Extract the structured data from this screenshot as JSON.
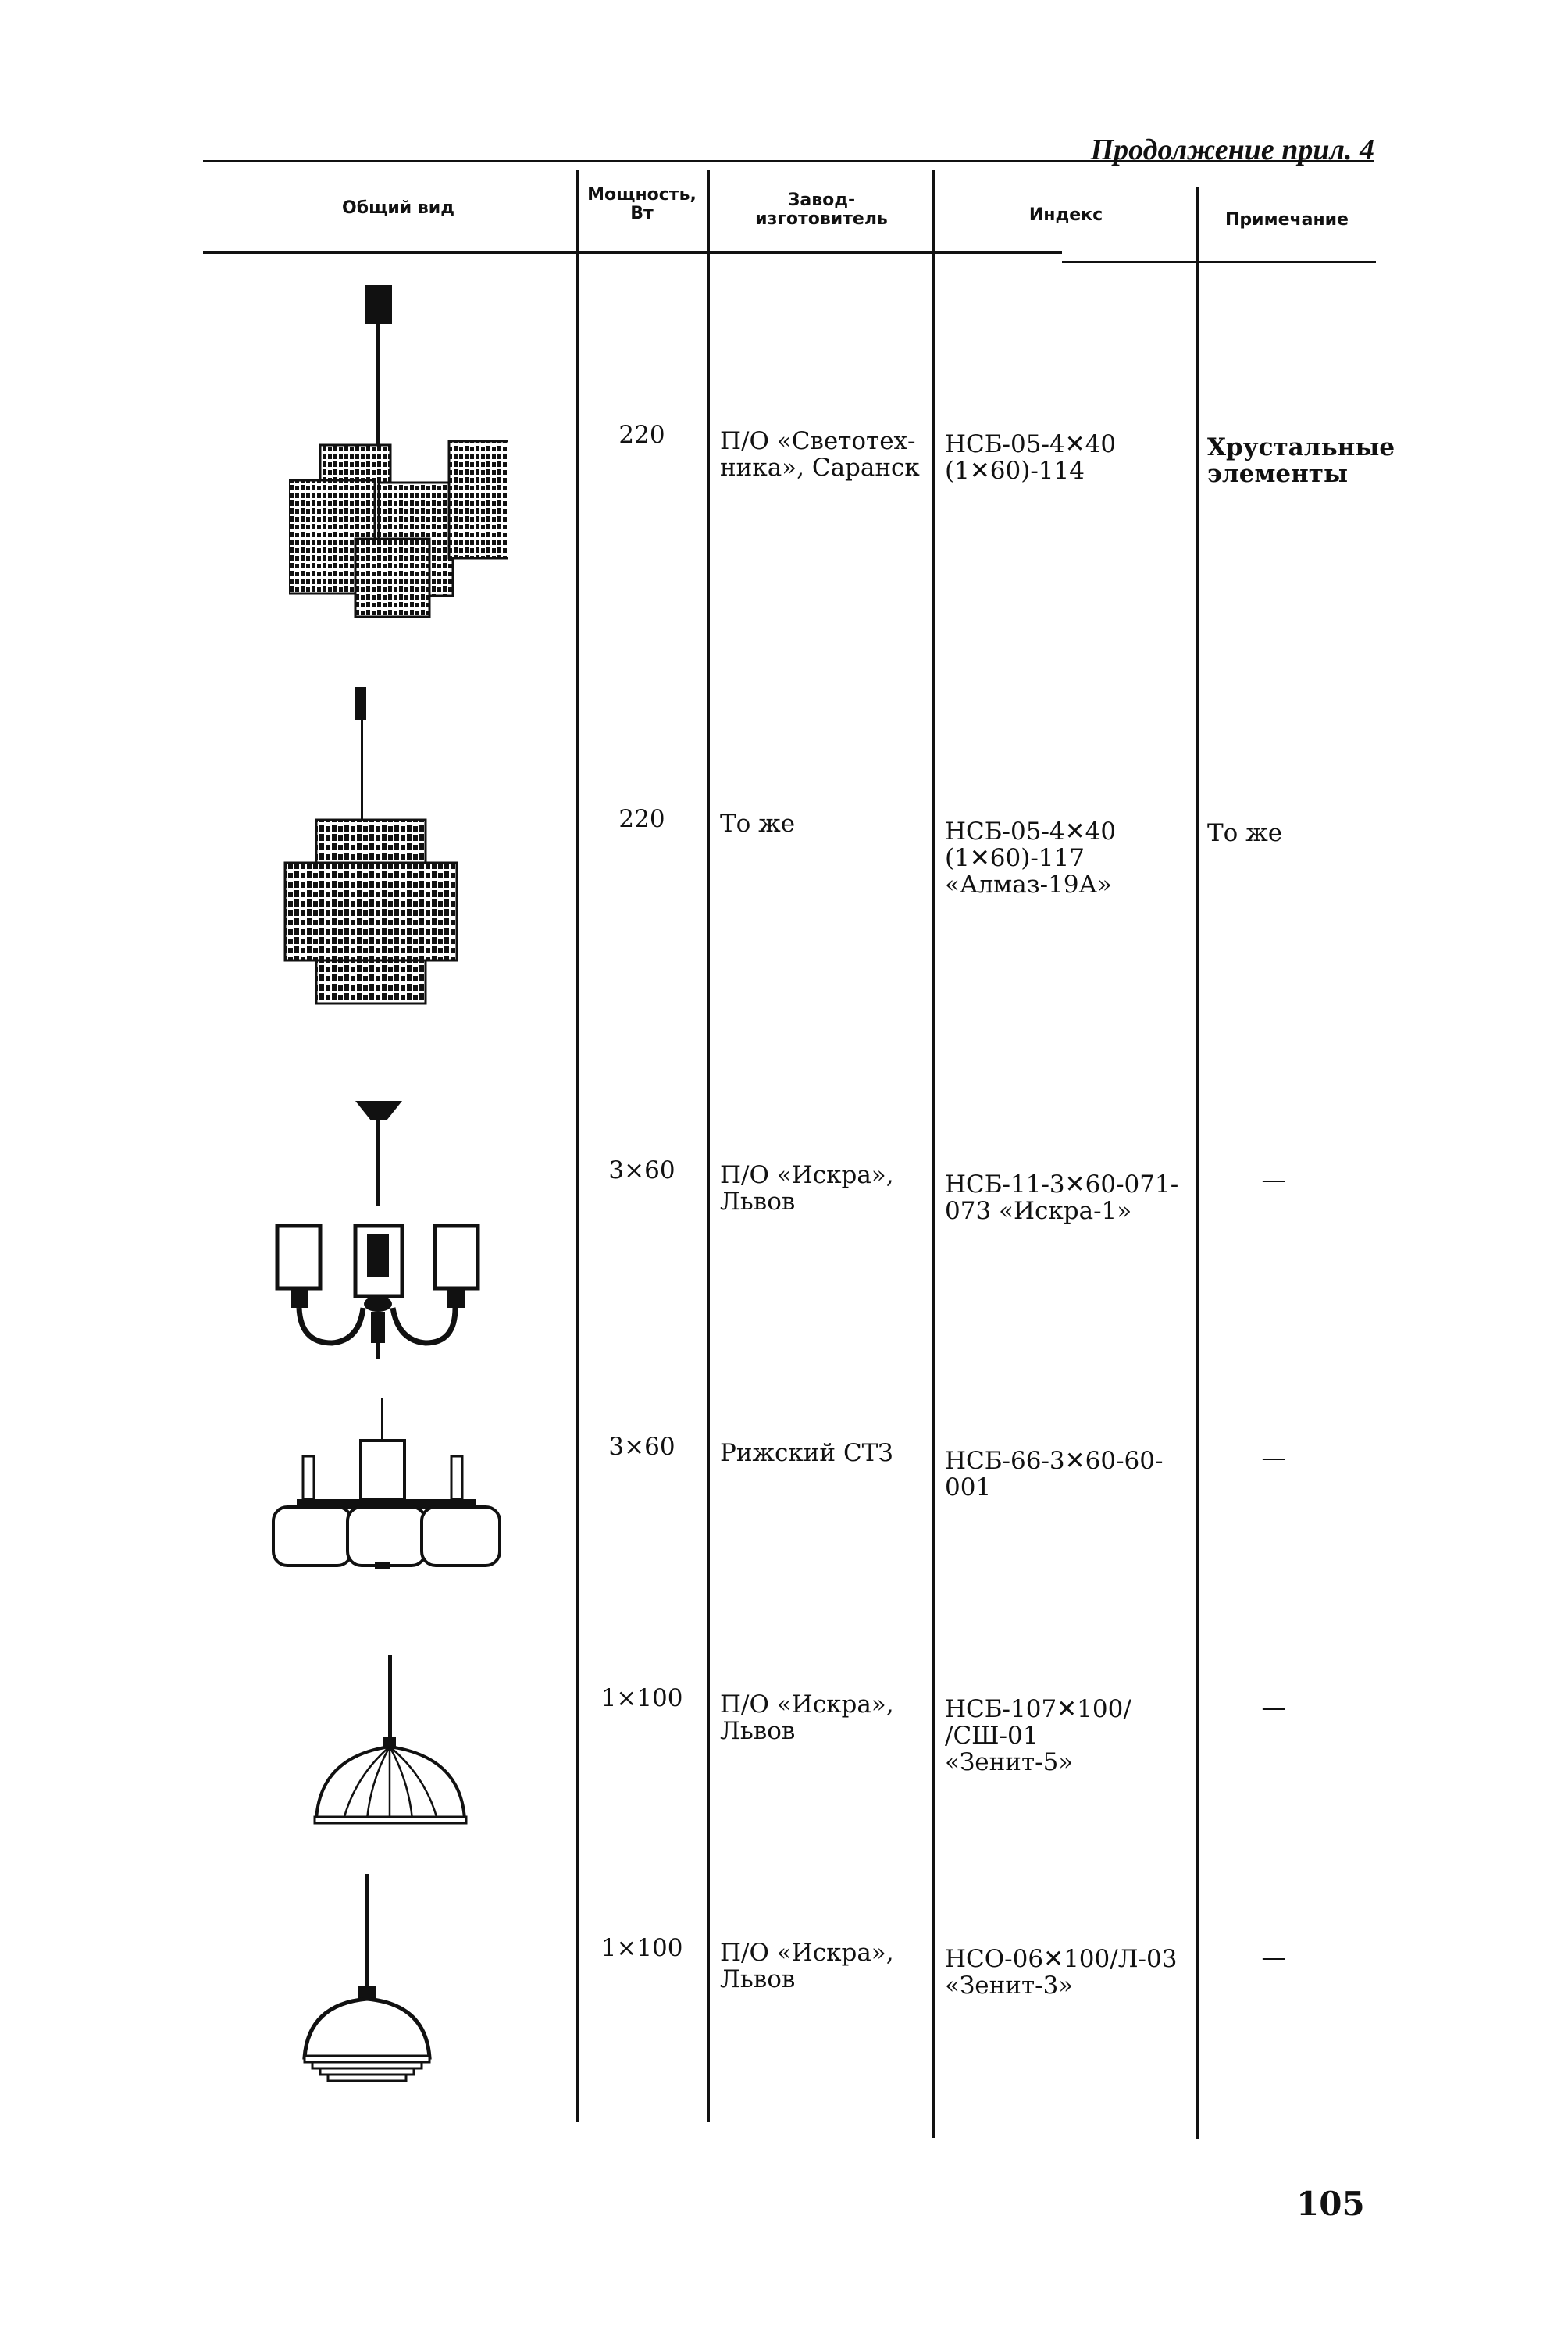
{
  "header": {
    "continuation": "Продолжение прил. 4"
  },
  "columns": {
    "view": "Общий вид",
    "power": "Мощность,\nВт",
    "maker": "Завод-\nизготовитель",
    "index": "Индекс",
    "note": "Примечание"
  },
  "rows": [
    {
      "lamp_icon": "square-shade-chandelier-icon",
      "power": "220",
      "maker": "П/О «Светотех-\nника», Саранск",
      "index": "НСБ-05-4✕40\n(1✕60)-114",
      "note": "Хрустальные\nэлементы"
    },
    {
      "lamp_icon": "tiered-crystal-chandelier-icon",
      "power": "220",
      "maker": "То же",
      "index": "НСБ-05-4✕40\n(1✕60)-117\n«Алмаз-19А»",
      "note": "То же"
    },
    {
      "lamp_icon": "three-arm-chandelier-icon",
      "power": "3×60",
      "maker": "П/О «Искра»,\nЛьвов",
      "index": "НСБ-11-3✕60-071-\n073 «Искра-1»",
      "note": "—"
    },
    {
      "lamp_icon": "three-globe-chandelier-icon",
      "power": "3×60",
      "maker": "Рижский СТЗ",
      "index": "НСБ-66-3✕60-60-\n001",
      "note": "—"
    },
    {
      "lamp_icon": "ribbed-dome-pendant-icon",
      "power": "1×100",
      "maker": "П/О «Искра»,\nЛьвов",
      "index": "НСБ-107✕100/\n/СШ-01\n«Зенит-5»",
      "note": "—"
    },
    {
      "lamp_icon": "dome-pendant-icon",
      "power": "1×100",
      "maker": "П/О «Искра»,\nЛьвов",
      "index": "НСО-06✕100/Л-03\n«Зенит-3»",
      "note": "—"
    }
  ],
  "footer": {
    "page_number": "105"
  }
}
